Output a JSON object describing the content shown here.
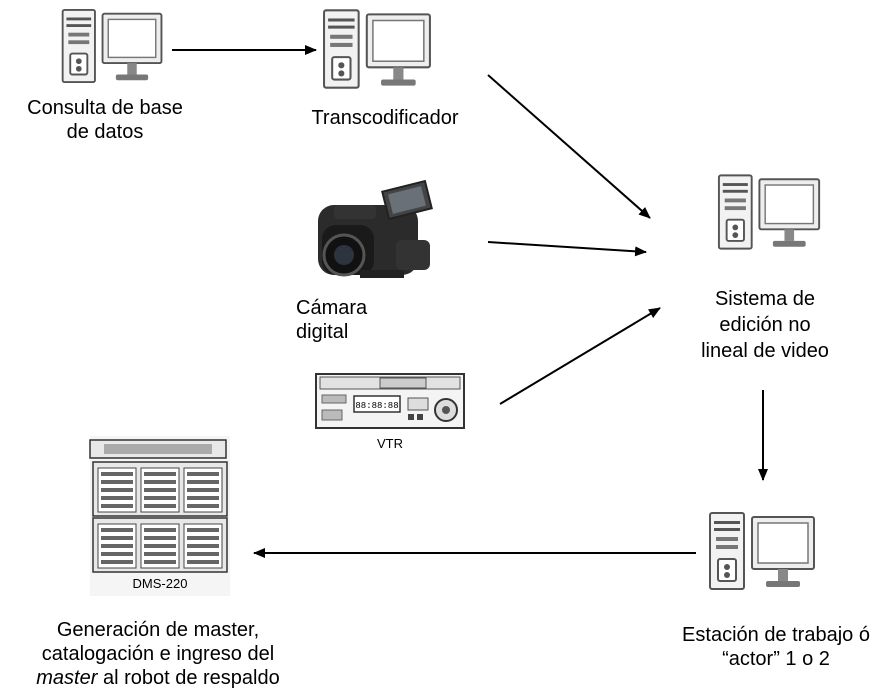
{
  "nodes": {
    "db_query": {
      "label_line1": "Consulta de base",
      "label_line2": "de datos",
      "icon": "desktop-computer-icon"
    },
    "transcoder": {
      "label": "Transcodificador",
      "icon": "desktop-computer-icon"
    },
    "camera": {
      "label_line1": "Cámara",
      "label_line2": "digital",
      "icon": "video-camera-icon"
    },
    "vtr": {
      "label": "VTR",
      "icon": "vtr-deck-icon"
    },
    "editing": {
      "label_line1": "Sistema de",
      "label_line2": "edición no",
      "label_line3": "lineal de video",
      "icon": "desktop-computer-icon"
    },
    "workstation": {
      "label_line1": "Estación de trabajo ó",
      "label_line2": "“actor” 1 o 2",
      "icon": "desktop-computer-icon"
    },
    "master": {
      "device_label": "DMS-220",
      "label_line1": "Generación de master,",
      "label_line2": "catalogación e ingreso del",
      "label_line3_italic": "master",
      "label_line3_rest": " al robot de respaldo",
      "icon": "storage-server-icon"
    }
  },
  "colors": {
    "line": "#000000",
    "computer_light": "#e6e6e6",
    "computer_dark": "#555555"
  }
}
